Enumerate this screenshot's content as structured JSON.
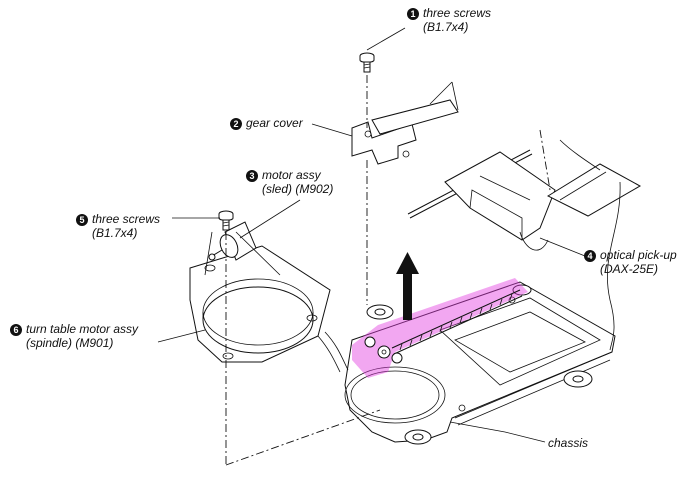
{
  "callouts": [
    {
      "num": "1",
      "line1": "three screws",
      "line2": "(B1.7x4)"
    },
    {
      "num": "2",
      "line1": "gear cover",
      "line2": ""
    },
    {
      "num": "3",
      "line1": "motor assy",
      "line2": "(sled) (M902)"
    },
    {
      "num": "4",
      "line1": "optical pick-up",
      "line2": "(DAX-25E)"
    },
    {
      "num": "5",
      "line1": "three screws",
      "line2": "(B1.7x4)"
    },
    {
      "num": "6",
      "line1": "turn table motor assy",
      "line2": "(spindle) (M901)"
    },
    {
      "num": "",
      "line1": "chassis",
      "line2": ""
    }
  ],
  "colors": {
    "highlight": "#e23be0",
    "line": "#111111"
  }
}
